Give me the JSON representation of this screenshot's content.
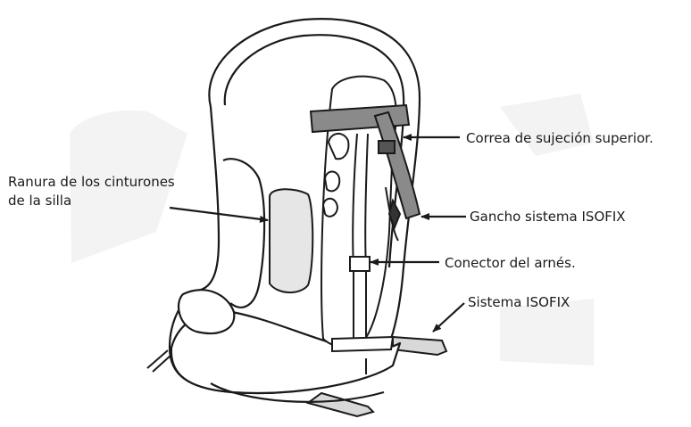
{
  "diagram": {
    "subject": "car-seat",
    "labels": {
      "strap_slot_line1": "Ranura de los cinturones",
      "strap_slot_line2": "de la silla",
      "top_tether": "Correa de sujeción superior.",
      "isofix_hook": "Gancho sistema ISOFIX",
      "harness_connector": "Conector del arnés.",
      "isofix_system": "Sistema ISOFIX"
    },
    "colors": {
      "line": "#1a1a1a",
      "shade": "#cfcfcf",
      "shade_dark": "#8a8a8a",
      "fill": "#ffffff",
      "backdrop": "#f2f2f2"
    }
  }
}
